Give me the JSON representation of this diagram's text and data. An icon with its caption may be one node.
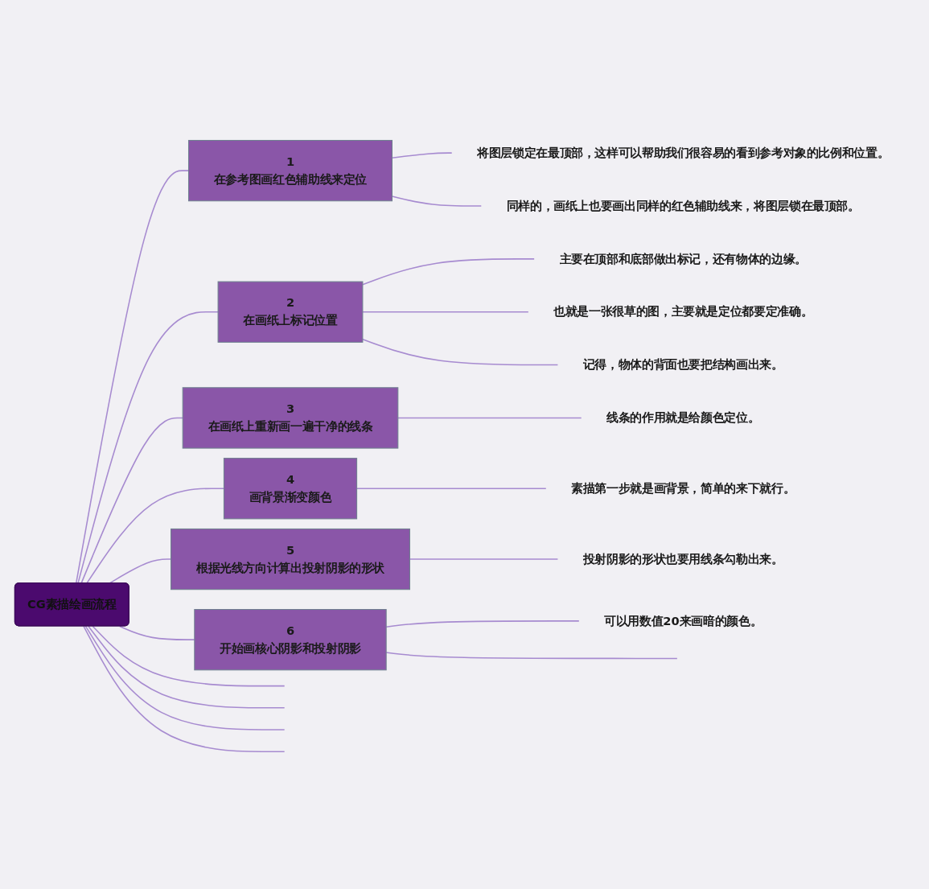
{
  "diagram": {
    "nodes": [
      {
        "text": [
          "CG素描绘画流程"
        ]
      },
      {
        "text": [
          "1",
          "在参考图画红色辅助线来定位"
        ]
      },
      {
        "text": [
          "将图层锁定在最顶部，这样可以帮助我们很容易的看到参考对象的比例和位置。"
        ]
      },
      {
        "text": [
          "同样的，画纸上也要画出同样的红色辅助线来，将图层锁在最顶部。"
        ]
      },
      {
        "text": [
          "2",
          "在画纸上标记位置"
        ]
      },
      {
        "text": [
          "主要在顶部和底部做出标记，还有物体的边缘。"
        ]
      },
      {
        "text": [
          "也就是一张很草的图，主要就是定位都要定准确。"
        ]
      },
      {
        "text": [
          "记得，物体的背面也要把结构画出来。"
        ]
      },
      {
        "text": [
          "3",
          "在画纸上重新画一遍干净的线条"
        ]
      },
      {
        "text": [
          "线条的作用就是给颜色定位。"
        ]
      },
      {
        "text": [
          "4",
          "画背景渐变颜色"
        ]
      },
      {
        "text": [
          "素描第一步就是画背景，简单的来下就行。"
        ]
      },
      {
        "text": [
          "5",
          "根据光线方向计算出投射阴影的形状"
        ]
      },
      {
        "text": [
          "投射阴影的形状也要用线条勾勒出来。"
        ]
      },
      {
        "text": [
          "6",
          "开始画核心阴影和投射阴影"
        ]
      },
      {
        "text": [
          "可以用数值20来画暗的颜色。"
        ]
      }
    ],
    "edges": [
      {
        "from": 0,
        "to": 1,
        "arrow": "none"
      },
      {
        "from": 1,
        "to": 2,
        "arrow": "none"
      },
      {
        "from": 1,
        "to": 3,
        "arrow": "none"
      },
      {
        "from": 0,
        "to": 4,
        "arrow": "none"
      },
      {
        "from": 4,
        "to": 5,
        "arrow": "none"
      },
      {
        "from": 4,
        "to": 6,
        "arrow": "none"
      },
      {
        "from": 4,
        "to": 7,
        "arrow": "none"
      },
      {
        "from": 0,
        "to": 8,
        "arrow": "none"
      },
      {
        "from": 8,
        "to": 9,
        "arrow": "none"
      },
      {
        "from": 0,
        "to": 10,
        "arrow": "none"
      },
      {
        "from": 10,
        "to": 11,
        "arrow": "none"
      },
      {
        "from": 0,
        "to": 12,
        "arrow": "none"
      },
      {
        "from": 12,
        "to": 13,
        "arrow": "none"
      },
      {
        "from": 0,
        "to": 14,
        "arrow": "none"
      },
      {
        "from": 14,
        "to": 15,
        "arrow": "none"
      },
      {
        "from": 14,
        "to": null,
        "arrow": "none"
      },
      {
        "from": 0,
        "to": null,
        "arrow": "none"
      },
      {
        "from": 0,
        "to": null,
        "arrow": "none"
      },
      {
        "from": 0,
        "to": null,
        "arrow": "none"
      },
      {
        "from": 0,
        "to": null,
        "arrow": "none"
      }
    ]
  }
}
